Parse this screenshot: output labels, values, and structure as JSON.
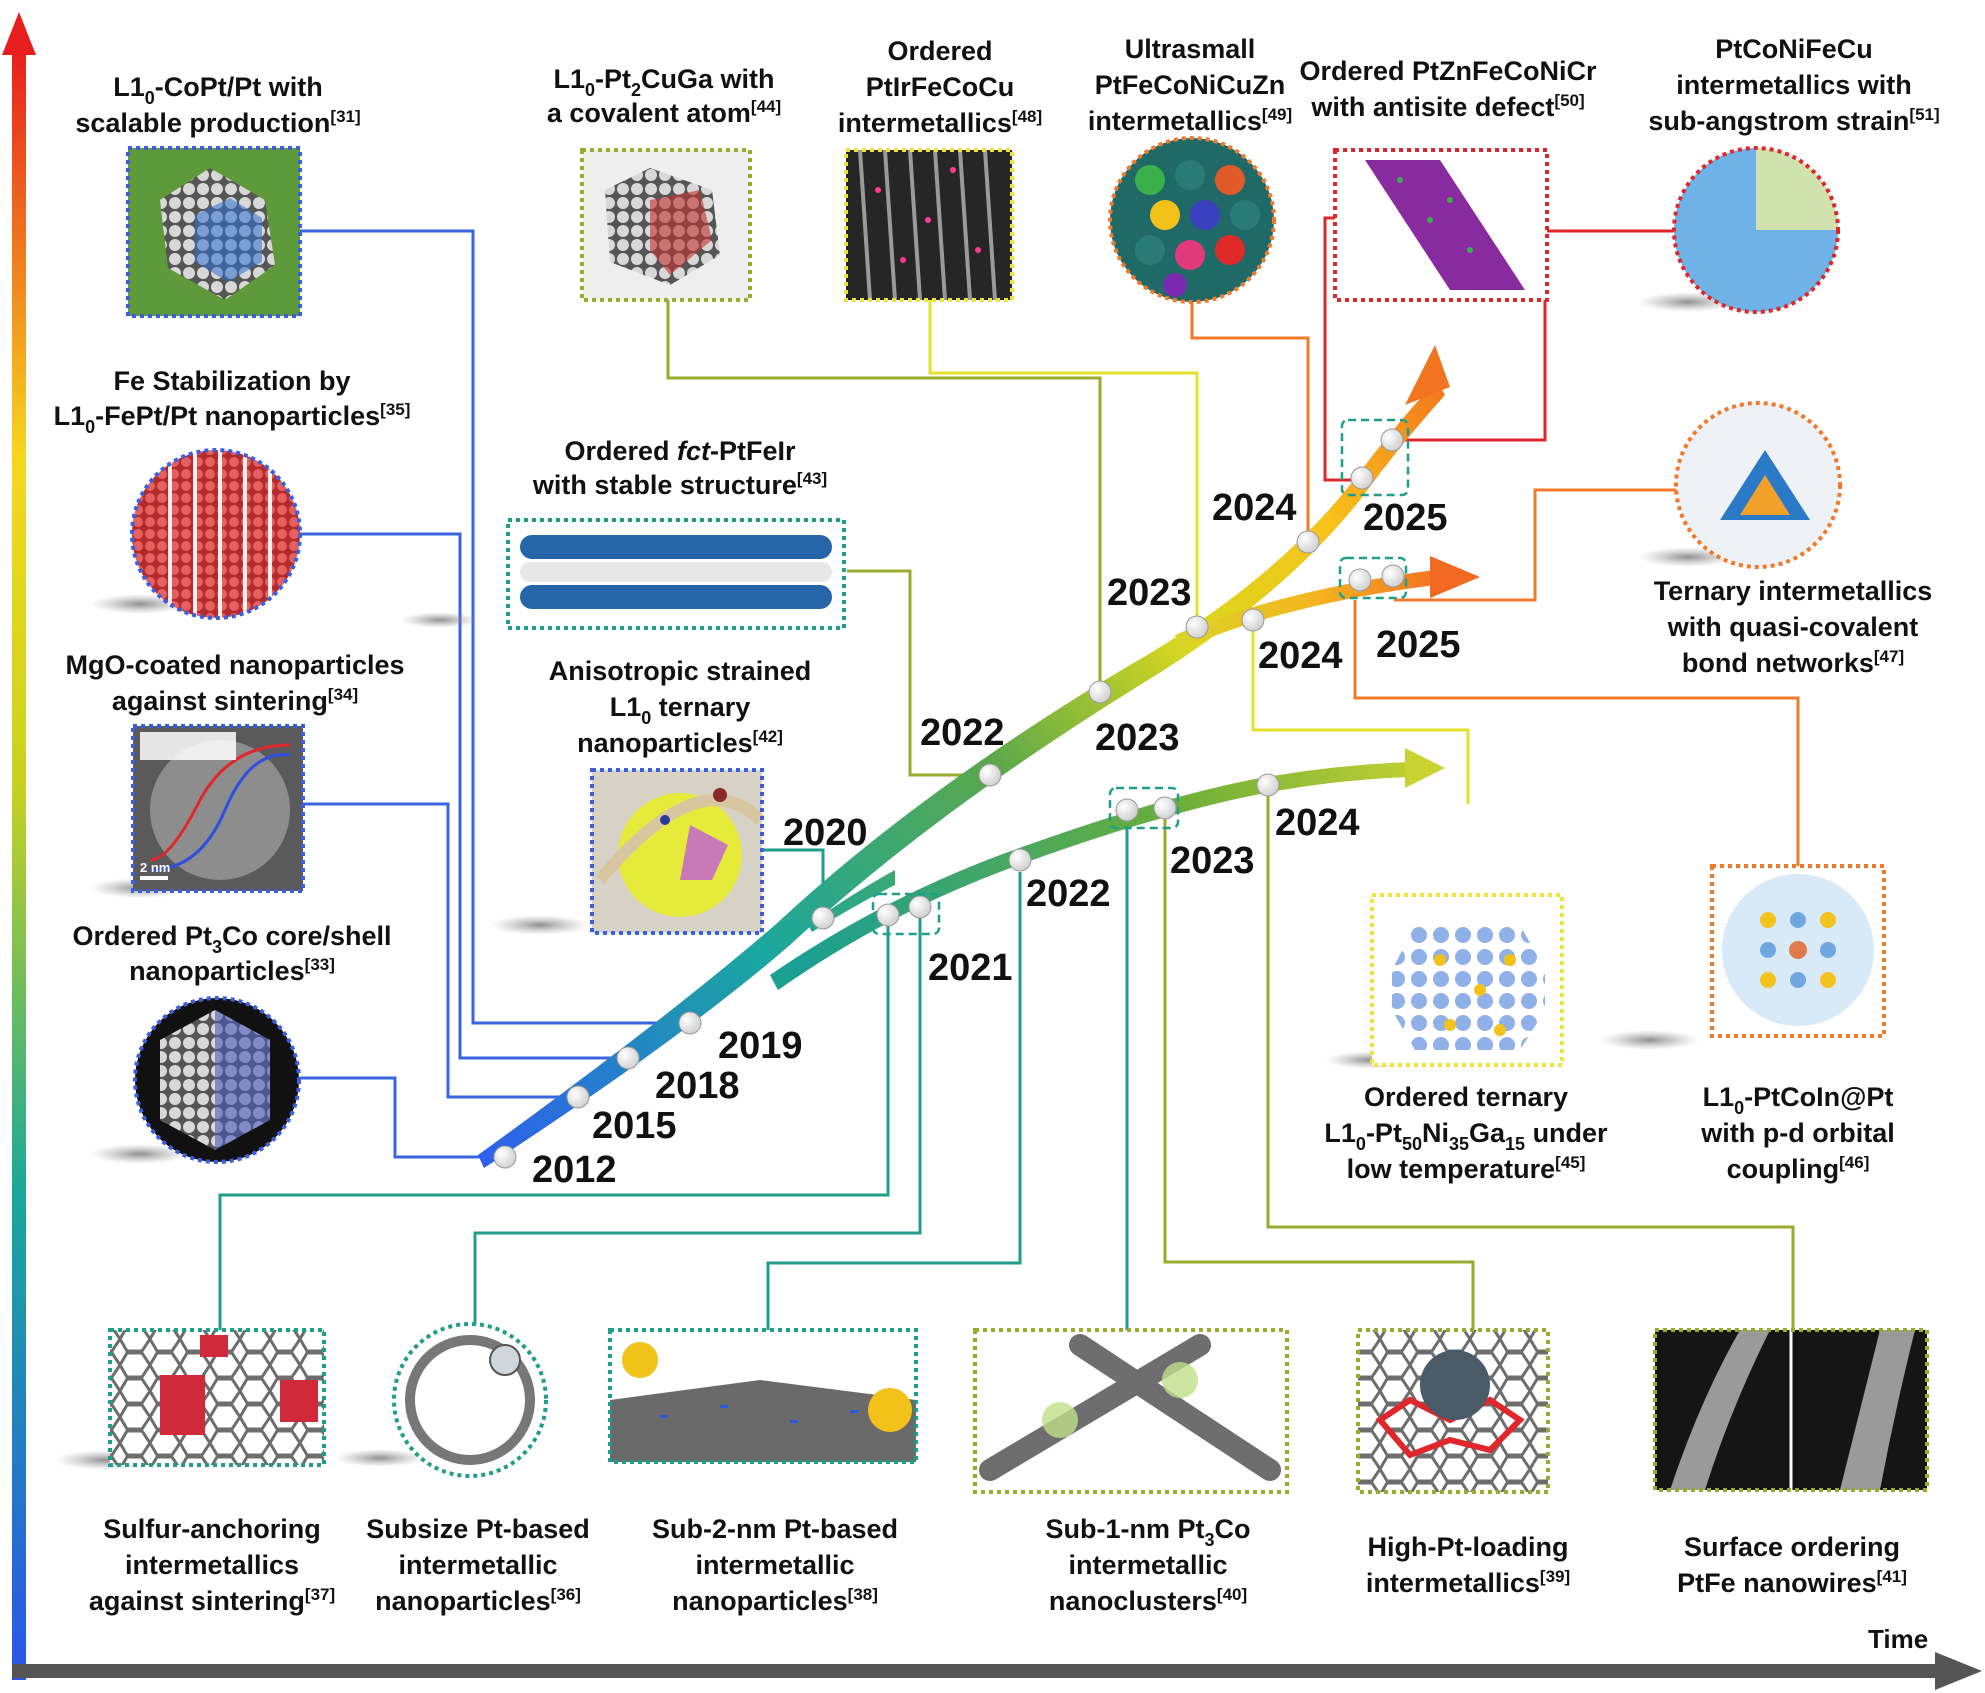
{
  "axis": {
    "x_label": "Time"
  },
  "years": {
    "y2012": "2012",
    "y2015": "2015",
    "y2018": "2018",
    "y2019": "2019",
    "y2020": "2020",
    "y2021": "2021",
    "y2022a": "2022",
    "y2022b": "2022",
    "y2023a": "2023",
    "y2023b": "2023",
    "y2023c": "2023",
    "y2024a": "2024",
    "y2024b": "2024",
    "y2024c": "2024",
    "y2025a": "2025",
    "y2025b": "2025"
  },
  "captions": {
    "copt_l1": "L1",
    "copt_sub": "0",
    "copt_l1b": "-CoPt/Pt with",
    "copt_l2": "scalable production",
    "copt_ref": "[31]",
    "fe_l1": "Fe Stabilization by",
    "fe_l2a": "L1",
    "fe_sub": "0",
    "fe_l2b": "-FePt/Pt nanoparticles",
    "fe_ref": "[35]",
    "mgo_l1": "MgO-coated nanoparticles",
    "mgo_l2": "against sintering",
    "mgo_ref": "[34]",
    "pt3co_l1a": "Ordered Pt",
    "pt3co_sub": "3",
    "pt3co_l1b": "Co core/shell",
    "pt3co_l2": "nanoparticles",
    "pt3co_ref": "[33]",
    "cuga_l1a": "L1",
    "cuga_sub0": "0",
    "cuga_l1b": "-Pt",
    "cuga_sub2": "2",
    "cuga_l1c": "CuGa with",
    "cuga_l2": "a covalent atom",
    "cuga_ref": "[44]",
    "ir_l1": "Ordered",
    "ir_l2": "PtIrFeCoCu",
    "ir_l3": "intermetallics",
    "ir_ref": "[48]",
    "us_l1": "Ultrasmall",
    "us_l2": "PtFeCoNiCuZn",
    "us_l3": "intermetallics",
    "us_ref": "[49]",
    "zn_l1": "Ordered PtZnFeCoNiCr",
    "zn_l2": "with antisite defect",
    "zn_ref": "[50]",
    "cofe_l1": "PtCoNiFeCu",
    "cofe_l2": "intermetallics with",
    "cofe_l3": "sub-angstrom strain",
    "cofe_ref": "[51]",
    "fct_l1a": "Ordered ",
    "fct_l1i": "fct",
    "fct_l1b": "-PtFeIr",
    "fct_l2": "with stable structure",
    "fct_ref": "[43]",
    "aniso_l1": "Anisotropic strained",
    "aniso_l2a": "L1",
    "aniso_sub": "0",
    "aniso_l2b": " ternary",
    "aniso_l3": "nanoparticles",
    "aniso_ref": "[42]",
    "tern_l1": "Ternary intermetallics",
    "tern_l2": "with quasi-covalent",
    "tern_l3": "bond networks",
    "tern_ref": "[47]",
    "ni_l1": "Ordered ternary",
    "ni_l2a": "L1",
    "ni_s0": "0",
    "ni_l2b": "-Pt",
    "ni_s50": "50",
    "ni_l2c": "Ni",
    "ni_s35": "35",
    "ni_l2d": "Ga",
    "ni_s15": "15",
    "ni_l2e": " under",
    "ni_l3": "low temperature",
    "ni_ref": "[45]",
    "in_l1a": "L1",
    "in_sub": "0",
    "in_l1b": "-PtCoIn@Pt",
    "in_l2": "with p-d orbital",
    "in_l3": "coupling",
    "in_ref": "[46]",
    "s_l1": "Sulfur-anchoring",
    "s_l2": "intermetallics",
    "s_l3": "against sintering",
    "s_ref": "[37]",
    "sub_l1": "Subsize Pt-based",
    "sub_l2": "intermetallic",
    "sub_l3": "nanoparticles",
    "sub_ref": "[36]",
    "s2_l1": "Sub-2-nm Pt-based",
    "s2_l2": "intermetallic",
    "s2_l3": "nanoparticles",
    "s2_ref": "[38]",
    "s1_l1a": "Sub-1-nm Pt",
    "s1_sub": "3",
    "s1_l1b": "Co",
    "s1_l2": "intermetallic",
    "s1_l3": "nanoclusters",
    "s1_ref": "[40]",
    "hp_l1": "High-Pt-loading",
    "hp_l2": "intermetallics",
    "hp_ref": "[39]",
    "sf_l1": "Surface ordering",
    "sf_l2": "PtFe nanowires",
    "sf_ref": "[41]"
  },
  "inset_text": {
    "scale_bar": "2 nm"
  },
  "colors": {
    "blue_link": "#3b64e0",
    "teal_link": "#1f9e8a",
    "olive_link": "#9aaa2c",
    "yellow_link": "#e3e12a",
    "orange_link": "#f07a2a",
    "red_link": "#e0262a",
    "frame_blue": "#3a5fe0",
    "frame_teal": "#1f9e8a",
    "frame_olive": "#9aaa2c",
    "frame_yellow": "#f2e23a",
    "frame_orange": "#f07a2a",
    "frame_red": "#e0262a"
  },
  "icons": [
    "up-arrow-gradient-axis",
    "right-arrow-time-axis",
    "timeline-branch-arrows",
    "year-node-dot"
  ]
}
